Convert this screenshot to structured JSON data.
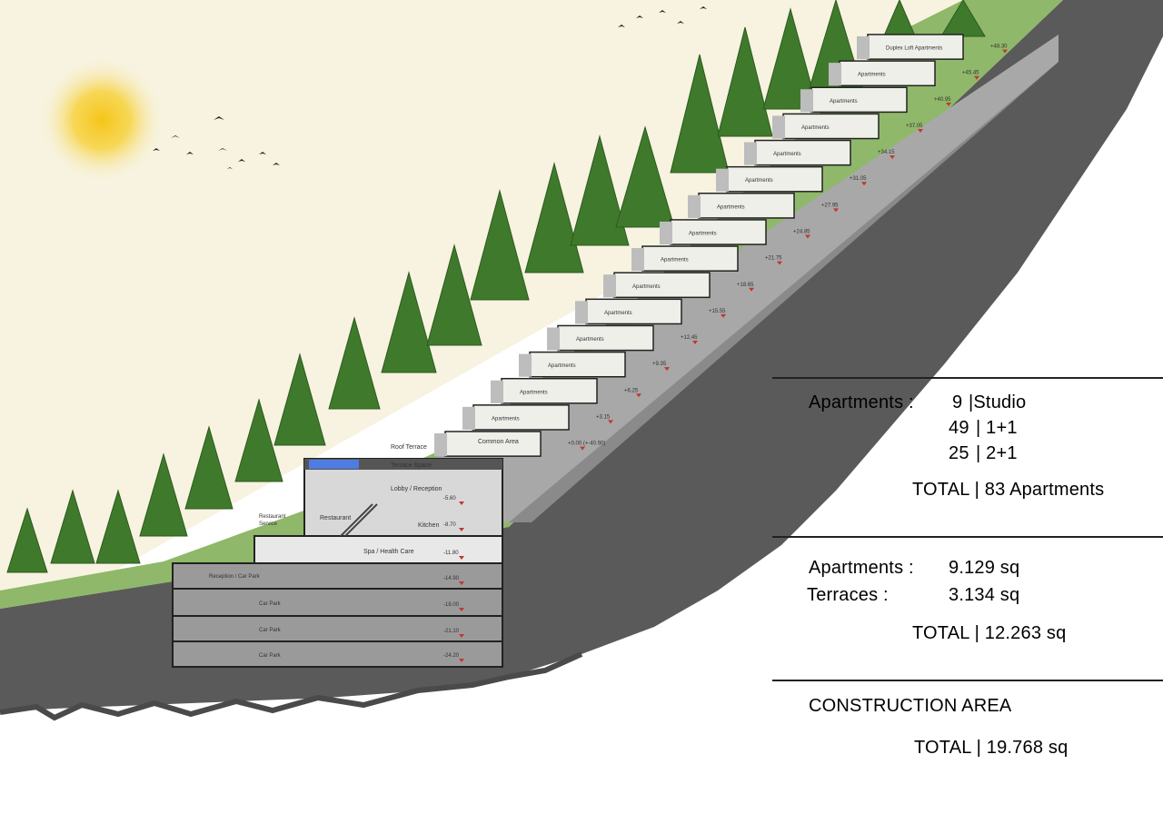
{
  "section_labels": {
    "duplex_loft": [
      "Duplex Loft",
      "Apartments"
    ],
    "apartments": "Apartments",
    "common_area": "Common Area",
    "roof_terrace": "Roof Terrace",
    "terrace_space": "Terrace Space",
    "lobby": "Lobby / Reception",
    "restaurant": "Restaurant",
    "restaurant_service": [
      "Restaurant",
      "Service"
    ],
    "kitchen": "Kitchen",
    "spa": "Spa / Health Care",
    "reception_car_park": "Reception / Car Park",
    "car_park": "Car Park"
  },
  "levels": {
    "apartment_levels": [
      "+48.30",
      "+45.45",
      "+40.95",
      "+37.05",
      "+34.15",
      "+31.05",
      "+27.95",
      "+24.85",
      "+21.75",
      "+18.65",
      "+15.55",
      "+12.45",
      "+9.35",
      "+6.25",
      "+3.15",
      "+0.00 (+-40.90)"
    ],
    "lobby": "-5.60",
    "kitchen": "-8.70",
    "spa": "-11.80",
    "reception_car_park": "-14.90",
    "car_park_1": "-18.00",
    "car_park_2": "-21.10",
    "car_park_3": "-24.20"
  },
  "summary": {
    "apartments_label": "Apartments :",
    "studio_count": "9",
    "studio_type": "|Studio",
    "one_plus_one_count": "49",
    "one_plus_one_type": "| 1+1",
    "two_plus_one_count": "25",
    "two_plus_one_type": "| 2+1",
    "total_apartments": "TOTAL | 83 Apartments",
    "area_apartments_label": "Apartments :",
    "area_apartments_value": "9.129 sq",
    "area_terraces_label": "Terraces :",
    "area_terraces_value": "3.134 sq",
    "total_area": "TOTAL | 12.263 sq",
    "construction_heading": "CONSTRUCTION AREA",
    "construction_total": "TOTAL | 19.768 sq"
  },
  "colors": {
    "sky": "#f6f2dc",
    "sun": "#f5c518",
    "ground": "#5a5a5a",
    "concrete": "#9c9c9c",
    "grass": "#8fb86a",
    "tree": "#3f7a2c",
    "level_marker": "#c0392b"
  }
}
